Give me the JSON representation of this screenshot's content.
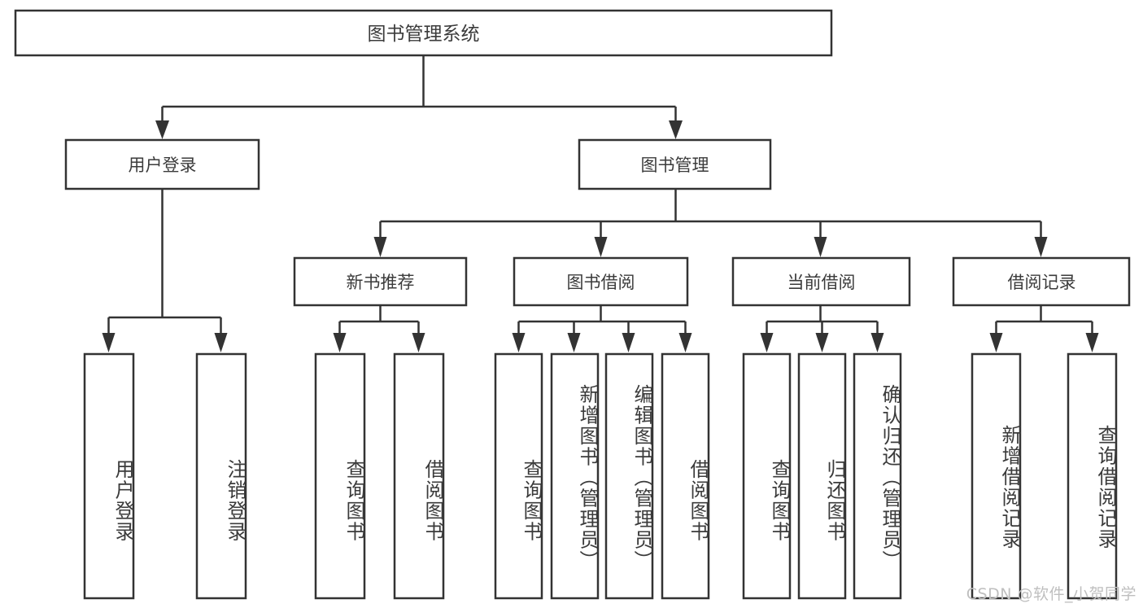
{
  "diagram": {
    "type": "tree-hierarchy",
    "title": "图书管理系统",
    "watermark": "CSDN @软件_小贺同学",
    "colors": {
      "stroke": "#333333",
      "box_fill": "#ffffff",
      "text": "#3b3b3b",
      "watermark": "#bfbfbf",
      "background": "#ffffff"
    },
    "root": {
      "label": "图书管理系统"
    },
    "level1": [
      {
        "label": "用户登录"
      },
      {
        "label": "图书管理"
      }
    ],
    "level2": [
      {
        "label": "新书推荐"
      },
      {
        "label": "图书借阅"
      },
      {
        "label": "当前借阅"
      },
      {
        "label": "借阅记录"
      }
    ],
    "leaves": {
      "user_login": [
        {
          "label": "用户登录"
        },
        {
          "label": "注销登录"
        }
      ],
      "new_book_recommend": [
        {
          "label": "查询图书"
        },
        {
          "label": "借阅图书"
        }
      ],
      "book_borrow": [
        {
          "label": "查询图书"
        },
        {
          "label": "新增图书（管理员）"
        },
        {
          "label": "编辑图书（管理员）"
        },
        {
          "label": "借阅图书"
        }
      ],
      "current_borrow": [
        {
          "label": "查询图书"
        },
        {
          "label": "归还图书"
        },
        {
          "label": "确认归还（管理员）"
        }
      ],
      "borrow_records": [
        {
          "label": "新增借阅记录"
        },
        {
          "label": "查询借阅记录"
        }
      ]
    }
  }
}
